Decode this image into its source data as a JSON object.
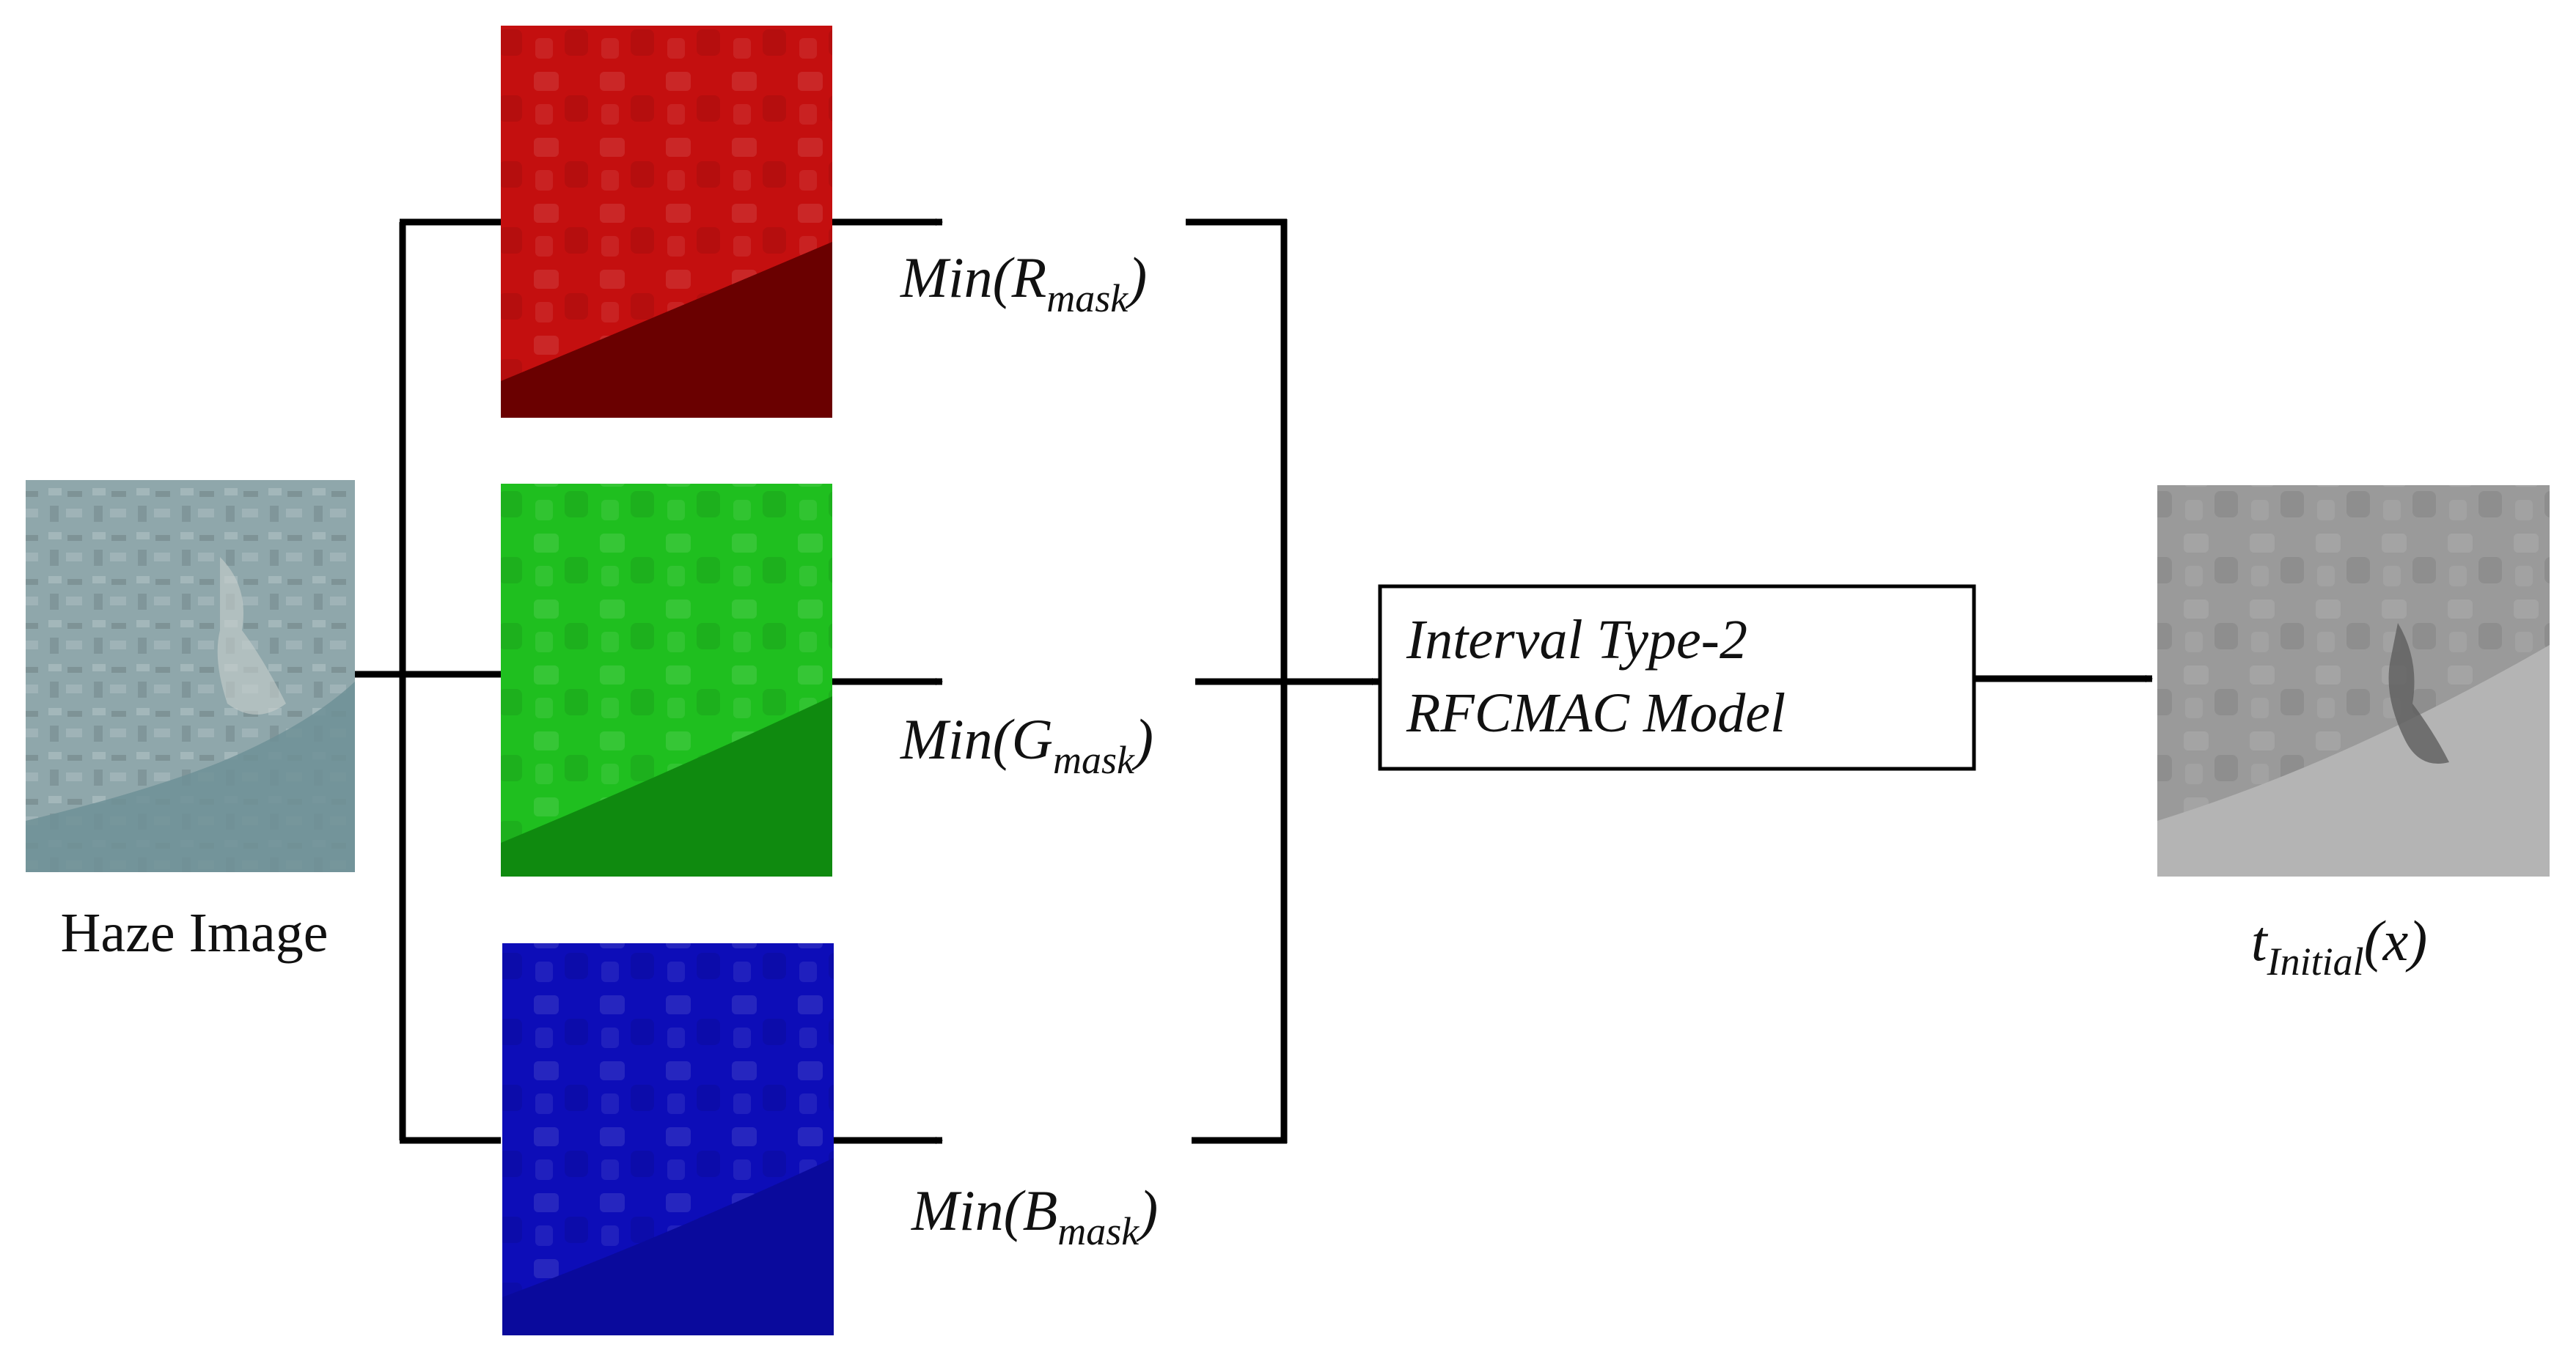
{
  "haze_image": {
    "label": "Haze Image",
    "tone": "#8fa7ab"
  },
  "channels": [
    {
      "id": "r",
      "fill": "#c40f0f",
      "shade": "#6a0000",
      "label_pre": "Min(",
      "label_sym": "R",
      "label_sub": "mask",
      "label_post": ")"
    },
    {
      "id": "g",
      "fill": "#1fbf1f",
      "shade": "#0f8a0f",
      "label_pre": "Min(",
      "label_sym": "G",
      "label_sub": "mask",
      "label_post": ")"
    },
    {
      "id": "b",
      "fill": "#0d0db8",
      "shade": "#0a0a9c",
      "label_pre": "Min(",
      "label_sym": "B",
      "label_sub": "mask",
      "label_post": ")"
    }
  ],
  "model_box": {
    "line1": "Interval Type-2",
    "line2": "RFCMAC Model"
  },
  "output": {
    "label_sym": "t",
    "label_sub": "Initial",
    "label_post": "(x)",
    "tone": "#9a9a9a"
  },
  "colors": {
    "line": "#000000",
    "text": "#111111"
  }
}
